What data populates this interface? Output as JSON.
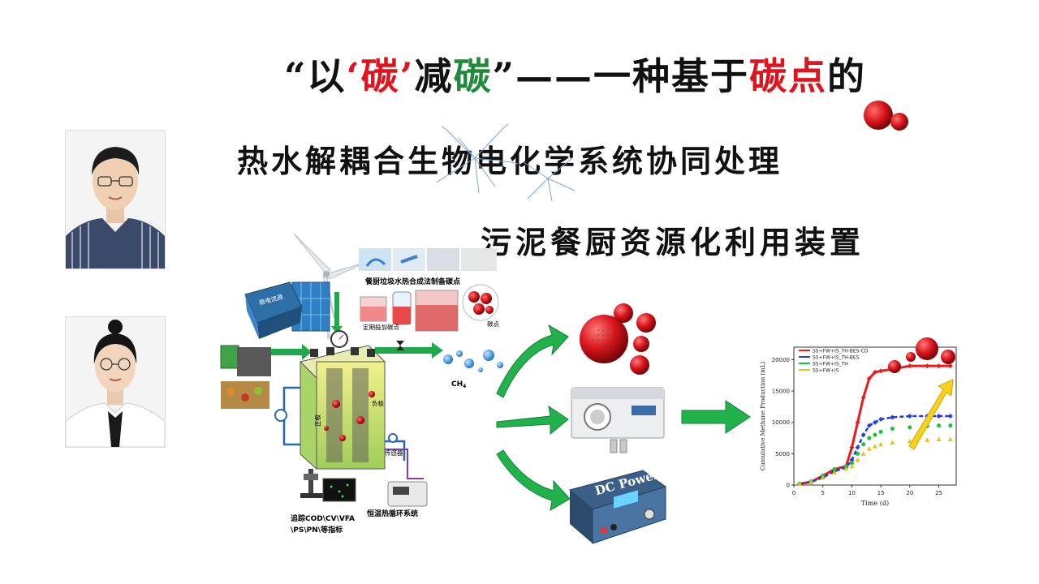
{
  "title": {
    "q_open": "“以",
    "tan1_open": "‘",
    "tan1": "碳",
    "tan1_close": "’",
    "jian": "减",
    "tan2": "碳",
    "q_close_dash": "”——一种基于",
    "tandian": "碳点",
    "de": "的",
    "line2": "热水解耦合生物电化学系统协同处理",
    "line3": "污泥餐厨资源化利用装置"
  },
  "diagram": {
    "cd_synthesis": "餐厨垃圾水热合成法制备碳点",
    "regular_add": "定期投加碳点",
    "carbon_dots": "碳点",
    "ch4": "CH",
    "ch4_sub": "4",
    "power_label": "稳电流源",
    "anode": "正极",
    "cathode": "负极",
    "sensor": "传感器",
    "tracking_line1": "追踪COD\\CV\\VFA",
    "tracking_line2": "\\PS\\PN\\等指标",
    "thermostat": "恒温热循环系统",
    "dc_power": "DC Power"
  },
  "colors": {
    "accent_red": "#e0141c",
    "accent_green": "#1f8a3a",
    "arrow_green": "#22b24c",
    "arrow_yellow": "#f2c21a"
  },
  "chart_data": {
    "type": "line",
    "xlabel": "Time (d)",
    "ylabel": "Cumulative Methane Production (mL)",
    "xlim": [
      0,
      28
    ],
    "ylim": [
      0,
      22000
    ],
    "xticks": [
      0,
      5,
      10,
      15,
      20,
      25
    ],
    "yticks": [
      0,
      5000,
      10000,
      15000,
      20000
    ],
    "series": [
      {
        "name": "SS+FW+IS_TH-BES-CD",
        "color": "#e81c1c",
        "marker": "diamond",
        "x": [
          1,
          3,
          5,
          7,
          9,
          10,
          11,
          12,
          13,
          14,
          15,
          17,
          20,
          23,
          25,
          27
        ],
        "y": [
          200,
          500,
          1500,
          2500,
          3000,
          6000,
          10000,
          14000,
          17000,
          18000,
          18200,
          18500,
          19000,
          19000,
          19000,
          19000
        ]
      },
      {
        "name": "SS+FW+IS_TH-BES",
        "color": "#1f3fd6",
        "marker": "diamond",
        "x": [
          1,
          3,
          5,
          7,
          9,
          10,
          11,
          12,
          13,
          14,
          15,
          17,
          20,
          23,
          25,
          27
        ],
        "y": [
          200,
          500,
          1200,
          2200,
          2800,
          4000,
          6000,
          8000,
          9500,
          10000,
          10500,
          10800,
          11000,
          11000,
          11000,
          11000
        ]
      },
      {
        "name": "SS+FW+IS_TH",
        "color": "#18c23a",
        "marker": "circle",
        "x": [
          1,
          3,
          5,
          7,
          9,
          10,
          11,
          12,
          13,
          14,
          15,
          17,
          20,
          23,
          25,
          27
        ],
        "y": [
          200,
          600,
          1500,
          2500,
          3000,
          3500,
          5000,
          6500,
          7500,
          8000,
          8500,
          9000,
          9200,
          9400,
          9500,
          9500
        ]
      },
      {
        "name": "SS+FW+IS",
        "color": "#e6c21a",
        "marker": "triangle",
        "x": [
          1,
          3,
          5,
          7,
          9,
          10,
          11,
          12,
          13,
          14,
          15,
          17,
          20,
          23,
          25,
          27
        ],
        "y": [
          200,
          500,
          1200,
          2000,
          2600,
          3000,
          4000,
          5000,
          5800,
          6200,
          6500,
          6800,
          7000,
          7200,
          7300,
          7300
        ]
      }
    ]
  }
}
